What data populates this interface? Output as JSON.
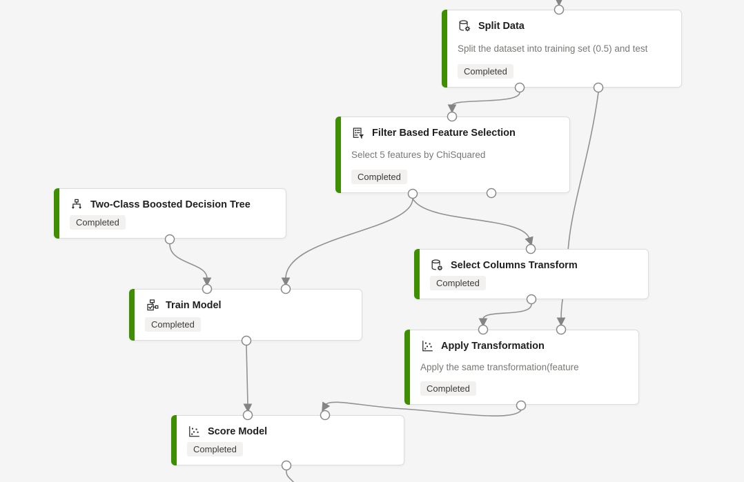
{
  "colors": {
    "canvas-bg": "#f5f5f5",
    "node-bg": "#ffffff",
    "node-border": "#dcdcdc",
    "accent": "#3f8e00",
    "edge": "#929090",
    "arrow": "#868482",
    "port-stroke": "#8a8886",
    "title-text": "#1f1e1d",
    "desc-text": "#7a7874",
    "badge-bg": "#f2f1f0",
    "badge-text": "#3b3a39"
  },
  "nodes": [
    {
      "title": "Split Data",
      "description": "Split the dataset into training set (0.5) and test",
      "status": "Completed",
      "icon": "database-gear-icon"
    },
    {
      "title": "Filter Based Feature Selection",
      "description": "Select 5 features by ChiSquared",
      "status": "Completed",
      "icon": "list-filter-icon"
    },
    {
      "title": "Two-Class Boosted Decision Tree",
      "status": "Completed",
      "icon": "decision-tree-icon"
    },
    {
      "title": "Select Columns Transform",
      "status": "Completed",
      "icon": "database-gear-icon"
    },
    {
      "title": "Train Model",
      "status": "Completed",
      "icon": "train-model-icon"
    },
    {
      "title": "Apply Transformation",
      "description": "Apply the same transformation(feature",
      "status": "Completed",
      "icon": "scatter-plot-icon"
    },
    {
      "title": "Score Model",
      "status": "Completed",
      "icon": "scatter-plot-icon"
    }
  ],
  "edges": [
    {
      "from": "offscreen-top",
      "to": "split-data-input"
    },
    {
      "from": "split-data-output-1",
      "to": "filter-input"
    },
    {
      "from": "split-data-output-2",
      "to": "apply-transformation-input-2"
    },
    {
      "from": "filter-output-1",
      "to": "train-model-input-2"
    },
    {
      "from": "filter-output-1",
      "to": "select-columns-input"
    },
    {
      "from": "two-class-output",
      "to": "train-model-input-1"
    },
    {
      "from": "select-columns-output",
      "to": "apply-transformation-input-1"
    },
    {
      "from": "train-model-output",
      "to": "score-model-input-1"
    },
    {
      "from": "apply-transformation-output",
      "to": "score-model-input-2"
    },
    {
      "from": "score-model-output",
      "to": "offscreen-bottom"
    }
  ]
}
